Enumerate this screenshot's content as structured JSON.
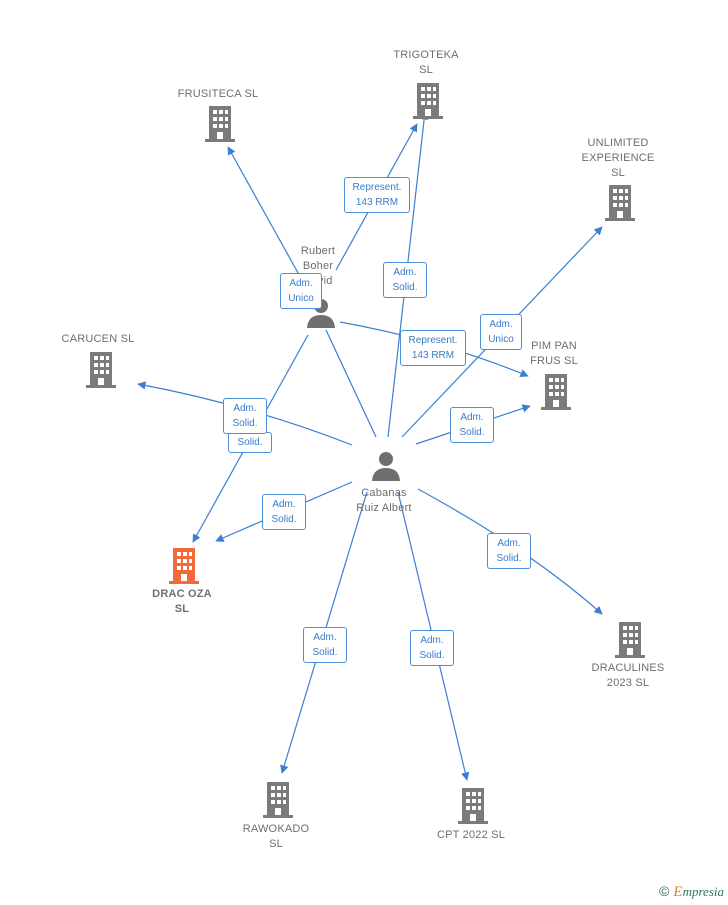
{
  "colors": {
    "edge": "#3a7fd5",
    "company": "#7b7b7b",
    "focus_company": "#f26a3a",
    "person": "#6f6f6f",
    "label": "#6e6e6e"
  },
  "nodes": {
    "frusiteca": {
      "label": "FRUSITECA  SL",
      "kind": "company"
    },
    "trigoteka": {
      "label": "TRIGOTEKA\nSL",
      "kind": "company"
    },
    "unlimited": {
      "label": "UNLIMITED\nEXPERIENCE\nSL",
      "kind": "company"
    },
    "robert": {
      "label": "Rubert\nBoher\nDavid",
      "kind": "person"
    },
    "carucen": {
      "label": "CARUCEN  SL",
      "kind": "company"
    },
    "pimpan": {
      "label": "PIM PAN\nFRUS  SL",
      "kind": "company"
    },
    "cabanas": {
      "label": "Cabanas\nRuiz Albert",
      "kind": "person"
    },
    "dracoza": {
      "label": "DRAC OZA\nSL",
      "kind": "focus"
    },
    "draculines": {
      "label": "DRACULINES\n2023  SL",
      "kind": "company"
    },
    "rawokado": {
      "label": "RAWOKADO\nSL",
      "kind": "company"
    },
    "cpt2022": {
      "label": "CPT 2022  SL",
      "kind": "company"
    }
  },
  "relations": {
    "r1": "Represent.\n143 RRM",
    "r2": "Adm.\nUnico",
    "r3": "Adm.\nSolid.",
    "r4": "Represent.\n143 RRM",
    "r5": "Adm.\nUnico",
    "r6": "Adm.\nSolid.",
    "r7": "Adm.\nSolid.",
    "r8": "Solid.",
    "r9": "Adm.\nSolid.",
    "r10": "Adm.\nSolid.",
    "r11": "Adm.\nSolid.",
    "r12": "Adm.\nSolid."
  },
  "brand": {
    "copyright": "©",
    "initial": "E",
    "rest": "mpresia"
  }
}
